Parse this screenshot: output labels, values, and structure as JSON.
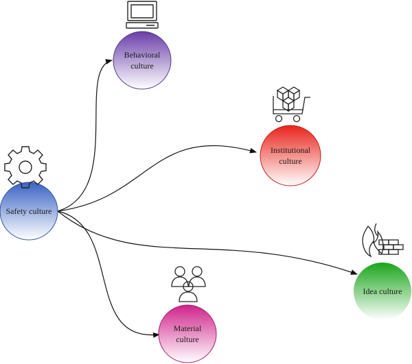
{
  "nodes": {
    "safety": {
      "label": "Safety culture",
      "icon": "gear-icon",
      "colors": [
        "#3b63c4",
        "#ffffff"
      ]
    },
    "behavioral": {
      "label": "Behavioral\nculture",
      "icon": "computer-icon",
      "colors": [
        "#6a3ea8",
        "#ffffff"
      ]
    },
    "institutional": {
      "label": "Institutional\nculture",
      "icon": "shopping-cart-icon",
      "colors": [
        "#e8241b",
        "#ffffff"
      ]
    },
    "idea": {
      "label": "Idea culture",
      "icon": "fire-brick-icon",
      "colors": [
        "#1aa51a",
        "#ffffff"
      ]
    },
    "material": {
      "label": "Material\nculture",
      "icon": "people-group-icon",
      "colors": [
        "#d0238a",
        "#ffffff"
      ]
    }
  },
  "edges": [
    {
      "from": "safety",
      "to": "behavioral"
    },
    {
      "from": "safety",
      "to": "institutional"
    },
    {
      "from": "safety",
      "to": "idea"
    },
    {
      "from": "safety",
      "to": "material"
    }
  ],
  "edge_color": "#111111"
}
